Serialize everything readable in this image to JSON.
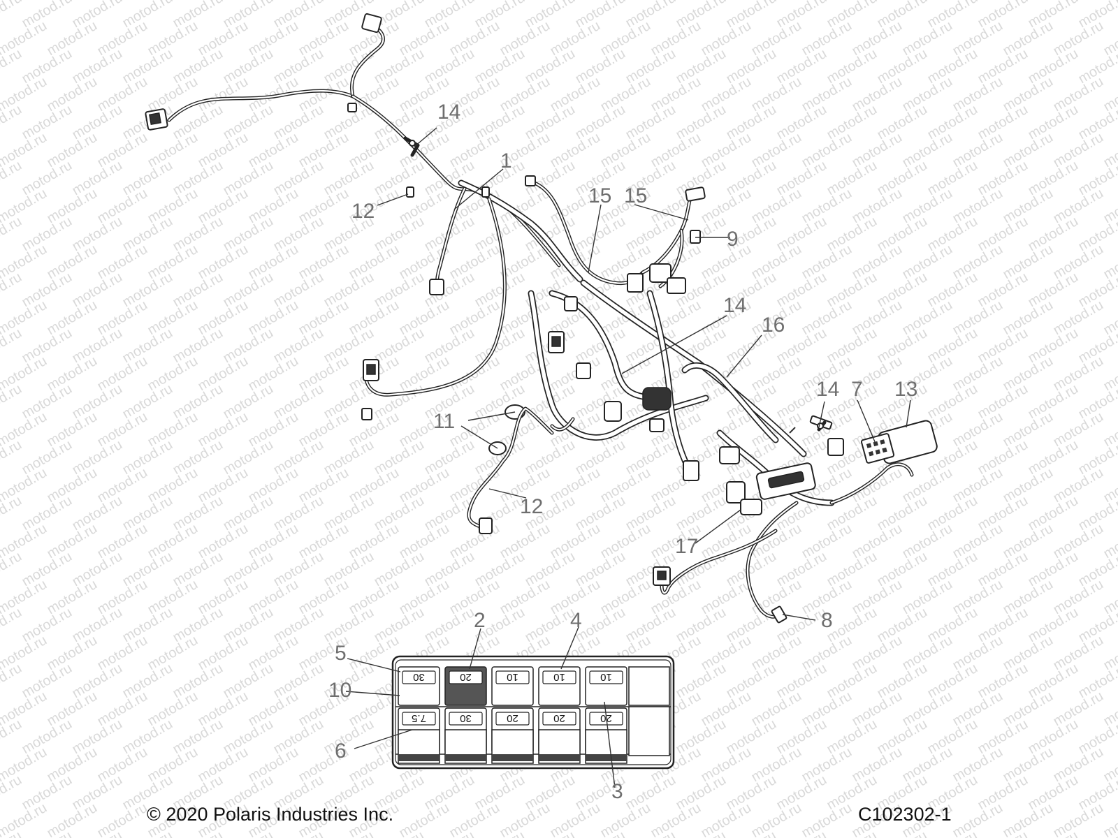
{
  "diagram": {
    "watermark_text": "motod.ru",
    "callouts": [
      {
        "id": "c1",
        "label": "1"
      },
      {
        "id": "c2",
        "label": "2"
      },
      {
        "id": "c3",
        "label": "3"
      },
      {
        "id": "c4",
        "label": "4"
      },
      {
        "id": "c5",
        "label": "5"
      },
      {
        "id": "c6",
        "label": "6"
      },
      {
        "id": "c7",
        "label": "7"
      },
      {
        "id": "c8",
        "label": "8"
      },
      {
        "id": "c9",
        "label": "9"
      },
      {
        "id": "c10",
        "label": "10"
      },
      {
        "id": "c11",
        "label": "11"
      },
      {
        "id": "c12a",
        "label": "12"
      },
      {
        "id": "c12b",
        "label": "12"
      },
      {
        "id": "c13",
        "label": "13"
      },
      {
        "id": "c14a",
        "label": "14"
      },
      {
        "id": "c14b",
        "label": "14"
      },
      {
        "id": "c14c",
        "label": "14"
      },
      {
        "id": "c15a",
        "label": "15"
      },
      {
        "id": "c15b",
        "label": "15"
      },
      {
        "id": "c16",
        "label": "16"
      },
      {
        "id": "c17",
        "label": "17"
      }
    ],
    "fuse_block": {
      "top_row": [
        "30",
        "20",
        "10",
        "10",
        "10"
      ],
      "middle_row": [
        "7.5",
        "30",
        "20",
        "20",
        "20"
      ]
    }
  },
  "footer": {
    "copyright": "© 2020 Polaris Industries Inc.",
    "drawing_number": "C102302-1"
  },
  "colors": {
    "callout": "#6e6e6e",
    "line": "#222222",
    "watermark": "#d9d9d9"
  }
}
